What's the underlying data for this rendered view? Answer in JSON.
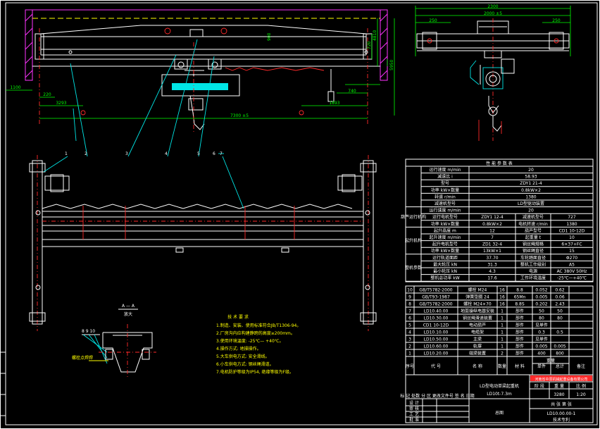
{
  "front_view": {
    "dims": {
      "d900": "900",
      "d4810": "4810",
      "d720": "720",
      "d5950": "5950",
      "d220": "220",
      "d1100": "1100",
      "d3293": "3293",
      "d1893": "1893",
      "d740": "740",
      "span": "7300 ±5"
    }
  },
  "side_view": {
    "dims": {
      "d2300": "2300",
      "d2000": "2000 ±5",
      "d250l": "250",
      "d250r": "250"
    }
  },
  "section": {
    "title": "A — A",
    "scale": "放大",
    "labels": "8  9  10",
    "weld_note": "螺栓点焊焊"
  },
  "callouts": [
    "1",
    "2",
    "3",
    "4",
    "5",
    "6",
    "7"
  ],
  "tech": {
    "title": "技 术 要 求",
    "items": [
      "1.制造、安装、使用标准符合JB/T1306-94。",
      "2.厂房沟内应构建静跨的高度≥200mm。",
      "3.使用环境温度: -25℃— +40℃。",
      "4.操作方式: 地操操作。",
      "5.大车供电方式: 安全滑线。",
      "6.小车供电方式: 钢丝绳滑道。",
      "7.电机防护等级为IP54, 绝缘等级为F级。"
    ]
  },
  "spec": {
    "title": "性 能 参 数 表",
    "rows": [
      [
        "",
        "运行速度 m/min",
        "20",
        "",
        ""
      ],
      [
        "大车运行机构",
        "减速比 i",
        "58.93",
        "",
        ""
      ],
      [
        "",
        "型号",
        "ZDY1 21-4",
        "",
        ""
      ],
      [
        "",
        "功率 kW×数量",
        "0.8kW×2",
        "",
        ""
      ],
      [
        "",
        "转速 r/min",
        "1380",
        "",
        ""
      ],
      [
        "",
        "减速机型号",
        "LD型驱动装置",
        "",
        ""
      ],
      [
        "葫芦运行机构",
        "运行速度 m/min",
        "20",
        "",
        ""
      ],
      [
        "",
        "运行电机型号",
        "ZDY1 12-4",
        "减速机型号",
        "727"
      ],
      [
        "",
        "功率 kW×数量",
        "0.8kW×2",
        "电机转速 r/min",
        "1380"
      ],
      [
        "起升机构",
        "起升高度 m",
        "12",
        "葫芦型号",
        "CD1 10-12D"
      ],
      [
        "",
        "起升速度 m/min",
        "7",
        "起重量 t",
        "10"
      ],
      [
        "",
        "起升电机型号",
        "ZD1 32-4",
        "钢丝绳规格",
        "6×37+FC"
      ],
      [
        "",
        "功率 kW×数量",
        "13kW×1",
        "钢丝绳直径",
        "15"
      ],
      [
        "整机参数",
        "运行轨道面距",
        "37.70",
        "车轮踏面直径",
        "Φ270"
      ],
      [
        "",
        "最大轮压 kN",
        "31.3",
        "整机工作级别",
        "A5"
      ],
      [
        "",
        "最小轮压 kN",
        "4.3",
        "电源",
        "AC 380V 50Hz"
      ],
      [
        "",
        "整机总功率 kW",
        "17.6",
        "工作环境温度",
        "-25℃—+40℃"
      ]
    ]
  },
  "bom": {
    "rows": [
      [
        "10",
        "GB/T5782-2000",
        "螺栓 M24",
        "16",
        "8.8",
        "0.052",
        "0.62"
      ],
      [
        "9",
        "GB/T93-1987",
        "弹簧垫圈 24",
        "16",
        "65Mn",
        "0.005",
        "0.06"
      ],
      [
        "8",
        "GB/T5782-2000",
        "螺栓 M24×70",
        "16",
        "8.8S",
        "0.202",
        "2.43"
      ],
      [
        "7",
        "LD10.40.00",
        "地面操纵电器安装",
        "1",
        "部件",
        "50",
        "50"
      ],
      [
        "6",
        "LD10.30.00",
        "钢丝绳滑道装置",
        "1",
        "部件",
        "80",
        "80"
      ],
      [
        "5",
        "CD1 10-12D",
        "电动葫芦",
        "1",
        "部件",
        "见单件",
        ""
      ],
      [
        "4",
        "LD10.10.00",
        "电缆架",
        "1",
        "部件",
        "0.3",
        "0.5"
      ],
      [
        "3",
        "LD10.50.00",
        "主梁",
        "1",
        "部件",
        "见单件",
        ""
      ],
      [
        "2",
        "LD10.60.00",
        "轨撑",
        "1",
        "部件",
        "0.005",
        "0.005"
      ],
      [
        "1",
        "LD10.20.00",
        "端梁装置",
        "2",
        "部件",
        "400",
        "800"
      ]
    ],
    "header": [
      "序号",
      "代  号",
      "名  称",
      "数量",
      "材  料",
      "单件",
      "总计",
      "备注"
    ],
    "header_sub": "重量"
  },
  "title_block": {
    "company": "河南省中原机械起重设备有限公司",
    "drawing_name": "LD型电动单梁起重机",
    "model": "LD10t-7.3m",
    "view": "总图",
    "stage": "阶  段",
    "weight_label": "重  量",
    "weight": "3280",
    "scale_label": "比 例",
    "scale": "1:20",
    "code": "LD10.00.00-1",
    "dept": "技术专利",
    "sheet": "共  张   第  张",
    "revision": "标 记   处数   分  区   更改文件号   签 名   日期",
    "roles": [
      "设 计",
      "审 核",
      "工 艺",
      "批 准"
    ]
  },
  "colors": {
    "bg": "#000000",
    "outline": "#ffffff",
    "dim": "#00ff00",
    "accent": "#00e5e5",
    "center": "#ff2a2a",
    "text": "#ffff00"
  }
}
